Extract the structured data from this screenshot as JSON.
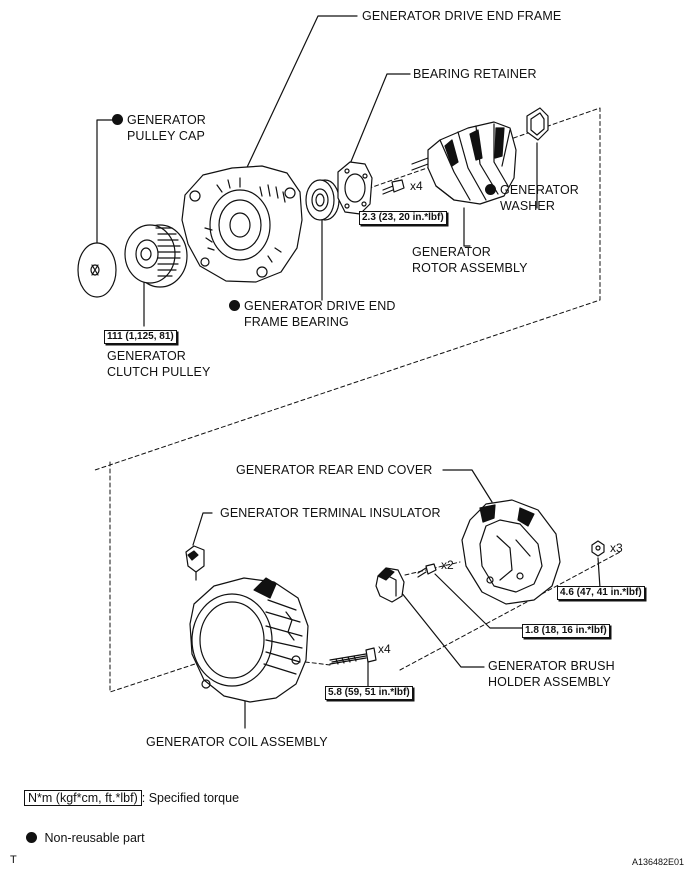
{
  "labels": {
    "drive_end_frame": "GENERATOR DRIVE END FRAME",
    "bearing_retainer": "BEARING RETAINER",
    "pulley_cap_1": "GENERATOR",
    "pulley_cap_2": "PULLEY CAP",
    "washer_1": "GENERATOR",
    "washer_2": "WASHER",
    "rotor_1": "GENERATOR",
    "rotor_2": "ROTOR ASSEMBLY",
    "frame_bearing_1": "GENERATOR DRIVE END",
    "frame_bearing_2": "FRAME BEARING",
    "clutch_pulley_1": "GENERATOR",
    "clutch_pulley_2": "CLUTCH PULLEY",
    "rear_end_cover": "GENERATOR REAR END COVER",
    "terminal_insulator": "GENERATOR TERMINAL INSULATOR",
    "brush_holder_1": "GENERATOR BRUSH",
    "brush_holder_2": "HOLDER ASSEMBLY",
    "coil_assembly": "GENERATOR COIL ASSEMBLY"
  },
  "torques": {
    "retainer_screw": "2.3 (23, 20 in.*lbf)",
    "pulley": "111 (1,125, 81)",
    "cover_nut": "4.6 (47, 41 in.*lbf)",
    "brush_screw": "1.8 (18, 16 in.*lbf)",
    "coil_bolt": "5.8 (59, 51 in.*lbf)"
  },
  "quantities": {
    "retainer_screw": "x4",
    "brush_screw": "x2",
    "cover_nut": "x3",
    "coil_bolt": "x4"
  },
  "legend": {
    "torque_unit": "N*m (kgf*cm, ft.*lbf)",
    "torque_desc": ": Specified torque",
    "non_reusable": "Non-reusable part"
  },
  "footer": {
    "left_code": "T",
    "figure_id": "A136482E01"
  }
}
